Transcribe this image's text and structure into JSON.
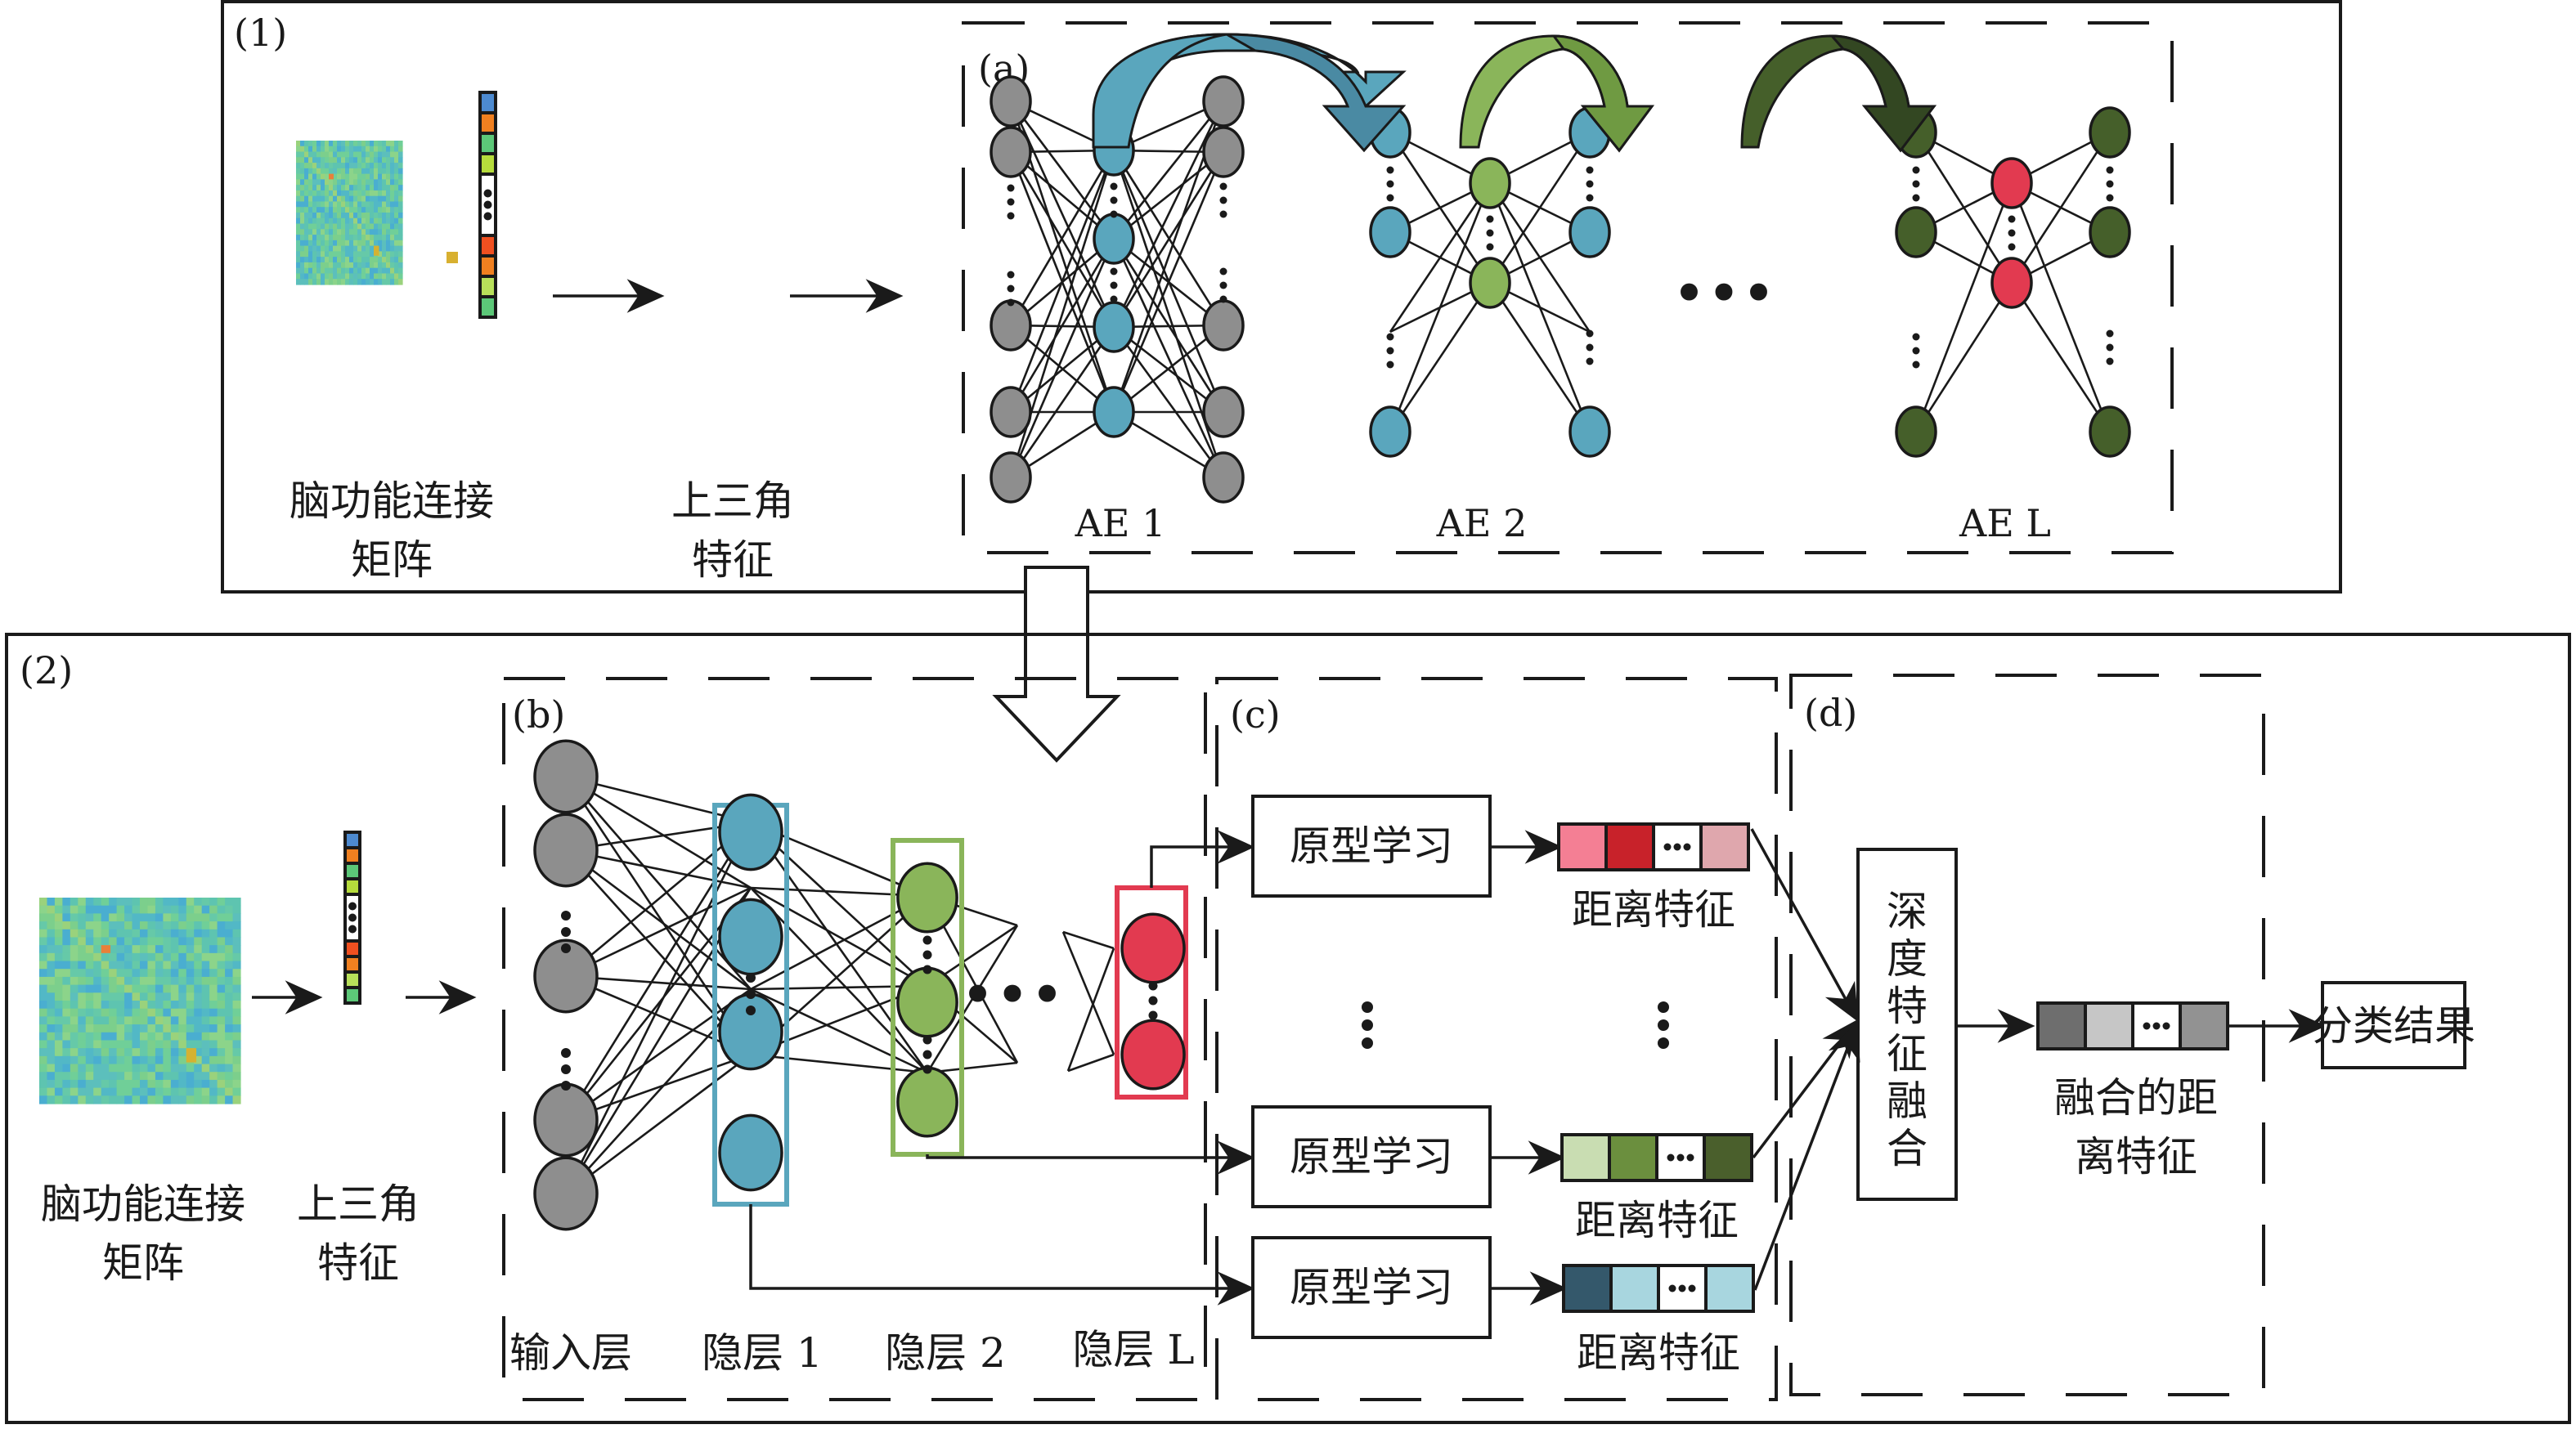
{
  "colors": {
    "gray_node": "#8e8e8e",
    "blue_node": "#5aa6bd",
    "green_node": "#8ab55a",
    "dark_green_node": "#455f2a",
    "red_node": "#e23a50",
    "blue_arrow": "#5aa6bd",
    "blue_arrow_dark": "#4a8aa3",
    "green_arrow": "#8ab55a",
    "green_arrow_dark": "#6f9a42",
    "dkgreen_arrow": "#455f2a",
    "dkgreen_arrow_dark": "#334722",
    "layer1_box": "#5aa6bd",
    "layer2_box": "#8ab55a",
    "layerL_box": "#e23a50"
  },
  "feature_vector_colors": [
    "#4d8ad0",
    "#f08020",
    "#5cc878",
    "#b6dc3c",
    "#ffffff",
    "#f05020",
    "#f08020",
    "#b8e05a",
    "#5cc878"
  ],
  "panel1": {
    "label": "(1)",
    "matrix_label": [
      "脑功能连接",
      "矩阵"
    ],
    "vector_label": [
      "上三角",
      "特征"
    ],
    "section_a": {
      "label": "(a)",
      "autoencoders": [
        {
          "label": "AE 1"
        },
        {
          "label": "AE 2"
        },
        {
          "label": "AE L"
        }
      ],
      "ellipsis": "•••"
    }
  },
  "panel2": {
    "label": "(2)",
    "matrix_label": [
      "脑功能连接",
      "矩阵"
    ],
    "vector_label": [
      "上三角",
      "特征"
    ],
    "section_b": {
      "label": "(b)",
      "layer_labels": [
        "输入层",
        "隐层 1",
        "隐层 2",
        "隐层 L"
      ],
      "ellipsis": "•••"
    },
    "section_c": {
      "label": "(c)",
      "prototype_label": "原型学习",
      "distance_label": "距离特征",
      "distance_features": [
        {
          "colors": [
            "#f47f94",
            "#c8222a",
            "#ffffff",
            "#dfa7ad"
          ]
        },
        {
          "colors": [
            "#c9ddb2",
            "#6b8f3e",
            "#ffffff",
            "#4a5f2c"
          ]
        },
        {
          "colors": [
            "#34586b",
            "#a8d6df",
            "#ffffff",
            "#a8d6df"
          ]
        }
      ]
    },
    "section_d": {
      "label": "(d)",
      "fusion_label": [
        "深",
        "度",
        "特",
        "征",
        "融",
        "合"
      ],
      "fused_feature_colors": [
        "#6e6e6e",
        "#c6c6c6",
        "#ffffff",
        "#929292"
      ],
      "fused_label": [
        "融合的距",
        "离特征"
      ]
    },
    "result_label": "分类结果"
  }
}
